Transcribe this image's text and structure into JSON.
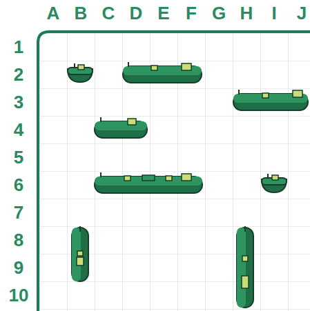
{
  "diagram": {
    "labels": [
      "A",
      "B",
      "C",
      "D",
      "E",
      "F",
      "G",
      "H",
      "I",
      "J",
      "1",
      "2",
      "3",
      "4",
      "5",
      "6",
      "7",
      "8",
      "9",
      "10"
    ]
  }
}
